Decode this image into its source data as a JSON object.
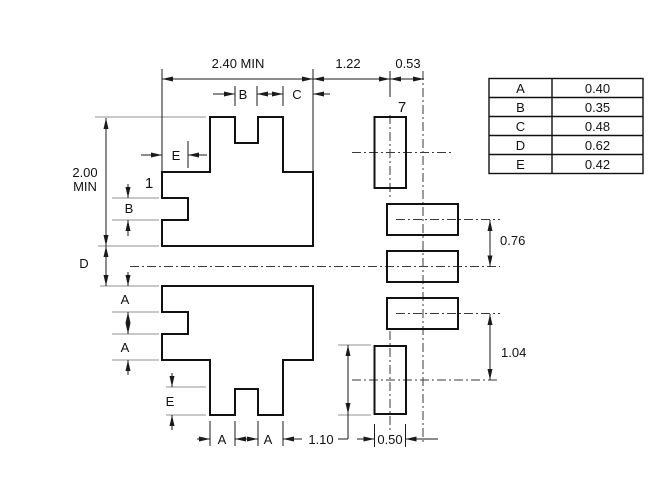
{
  "dims": {
    "top_width": "2.40 MIN",
    "pad7_offset": "1.22",
    "pad_center_offset": "0.53",
    "left_height_line1": "2.00",
    "left_height_line2": "MIN",
    "pad_gap_right": "0.76",
    "pad_pitch_right": "1.04",
    "pad_length_bottom": "1.10",
    "pad_width_bottom": "0.50"
  },
  "ref_labels": {
    "b_top": "B",
    "c_top": "C",
    "e_top": "E",
    "b_left": "B",
    "d_left": "D",
    "a_left_upper": "A",
    "a_left_lower": "A",
    "e_bottom": "E",
    "a_bottom_left": "A",
    "a_bottom_right": "A",
    "pin1": "1",
    "pin7": "7"
  },
  "table": {
    "rows": [
      {
        "letter": "A",
        "value": "0.40"
      },
      {
        "letter": "B",
        "value": "0.35"
      },
      {
        "letter": "C",
        "value": "0.48"
      },
      {
        "letter": "D",
        "value": "0.62"
      },
      {
        "letter": "E",
        "value": "0.42"
      }
    ]
  },
  "colors": {
    "line": "#111111",
    "extension_gray": "#909090",
    "background": "#ffffff"
  }
}
